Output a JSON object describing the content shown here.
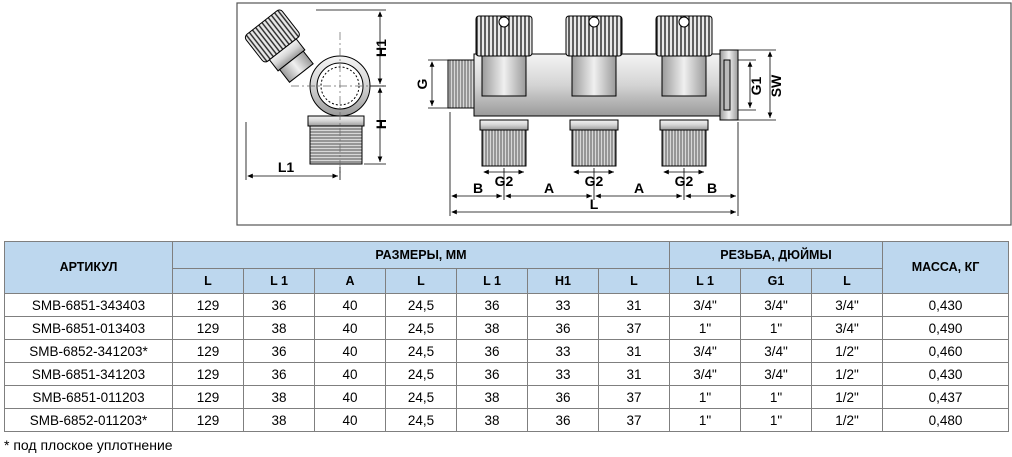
{
  "drawing": {
    "labels": {
      "h1": "H1",
      "h": "H",
      "l1": "L1",
      "g": "G",
      "g2_a": "G2",
      "g2_b": "G2",
      "g2_c": "G2",
      "b_left": "B",
      "a_left": "A",
      "a_right": "A",
      "b_right": "B",
      "l": "L",
      "g1": "G1",
      "sw": "SW"
    }
  },
  "table": {
    "group_headers": {
      "article": "АРТИКУЛ",
      "dimensions": "РАЗМЕРЫ, ММ",
      "thread": "РЕЗЬБА, ДЮЙМЫ",
      "mass": "МАССА, КГ"
    },
    "sub_headers": [
      "L",
      "L 1",
      "A",
      "L",
      "L 1",
      "H1",
      "L",
      "L 1",
      "G1",
      "L"
    ],
    "rows": [
      {
        "code": "SMB-6851-343403",
        "c1": "129",
        "c2": "36",
        "c3": "40",
        "c4": "24,5",
        "c5": "36",
        "c6": "33",
        "c7": "31",
        "c8": "3/4\"",
        "c9": "3/4\"",
        "c10": "3/4\"",
        "mass": "0,430"
      },
      {
        "code": "SMB-6851-013403",
        "c1": "129",
        "c2": "38",
        "c3": "40",
        "c4": "24,5",
        "c5": "38",
        "c6": "36",
        "c7": "37",
        "c8": "1\"",
        "c9": "1\"",
        "c10": "3/4\"",
        "mass": "0,490"
      },
      {
        "code": "SMB-6852-341203*",
        "c1": "129",
        "c2": "36",
        "c3": "40",
        "c4": "24,5",
        "c5": "36",
        "c6": "33",
        "c7": "31",
        "c8": "3/4\"",
        "c9": "3/4\"",
        "c10": "1/2\"",
        "mass": "0,460"
      },
      {
        "code": "SMB-6851-341203",
        "c1": "129",
        "c2": "36",
        "c3": "40",
        "c4": "24,5",
        "c5": "36",
        "c6": "33",
        "c7": "31",
        "c8": "3/4\"",
        "c9": "3/4\"",
        "c10": "1/2\"",
        "mass": "0,430"
      },
      {
        "code": "SMB-6851-011203",
        "c1": "129",
        "c2": "38",
        "c3": "40",
        "c4": "24,5",
        "c5": "38",
        "c6": "36",
        "c7": "37",
        "c8": "1\"",
        "c9": "1\"",
        "c10": "1/2\"",
        "mass": "0,437"
      },
      {
        "code": "SMB-6852-011203*",
        "c1": "129",
        "c2": "38",
        "c3": "40",
        "c4": "24,5",
        "c5": "38",
        "c6": "36",
        "c7": "37",
        "c8": "1\"",
        "c9": "1\"",
        "c10": "1/2\"",
        "mass": "0,480"
      }
    ]
  },
  "footnote": "* под плоское уплотнение"
}
